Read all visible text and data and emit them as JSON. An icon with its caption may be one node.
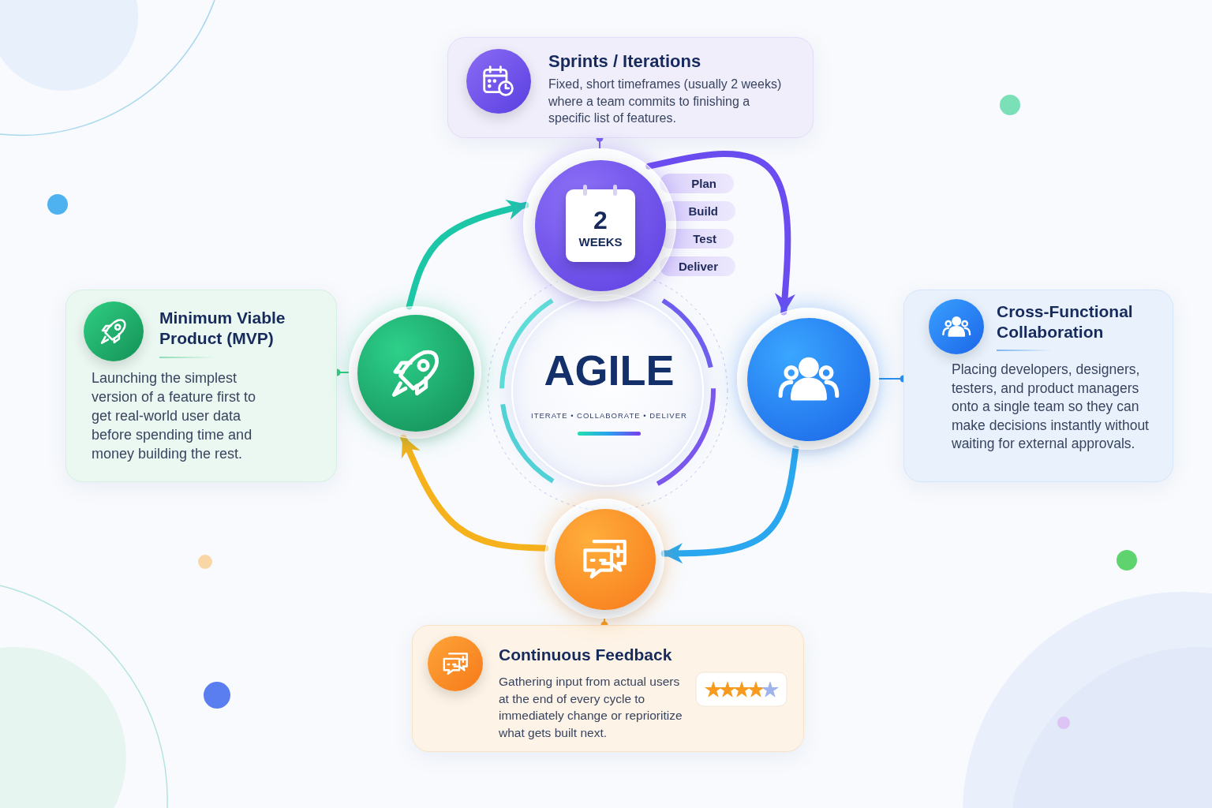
{
  "diagram": {
    "nodes": [
      {
        "text": [
          "Sprints / Iterations",
          "Fixed, short timeframes (usually 2 weeks) where a team commits to finishing a specific list of features."
        ]
      },
      {
        "text": [
          "2",
          "WEEKS"
        ]
      },
      {
        "text": [
          "Plan"
        ]
      },
      {
        "text": [
          "Build"
        ]
      },
      {
        "text": [
          "Test"
        ]
      },
      {
        "text": [
          "Deliver"
        ]
      },
      {
        "text": [
          "AGILE",
          "ITERATE • COLLABORATE • DELIVER"
        ]
      },
      {
        "text": [],
        "shape": "circle"
      },
      {
        "text": [
          "Cross-Functional Collaboration",
          "Placing developers, designers, testers, and product managers onto a single team so they can make decisions instantly without waiting for external approvals."
        ]
      },
      {
        "text": [],
        "shape": "circle"
      },
      {
        "text": [
          "Continuous Feedback",
          "Gathering input from actual users at the end of every cycle to immediately change or reprioritize what gets built next."
        ]
      },
      {
        "text": [],
        "shape": "circle"
      },
      {
        "text": [
          "Minimum Viable Product (MVP)",
          "Launching the simplest version of a feature first to get real-world user data before spending time and money building the rest."
        ]
      }
    ],
    "edges": [
      {
        "from": 0,
        "to": 1,
        "arrow": "other",
        "color": "#7b5cf0"
      },
      {
        "from": 1,
        "to": 7,
        "arrow": "to",
        "style": "thick",
        "color": "#6a4cf0"
      },
      {
        "from": 8,
        "to": 7,
        "arrow": "other",
        "color": "#2b8ef0"
      },
      {
        "from": 7,
        "to": 9,
        "arrow": "to",
        "style": "thick",
        "color": "#2aa7ee"
      },
      {
        "from": 10,
        "to": 9,
        "arrow": "other",
        "color": "#f79a1e"
      },
      {
        "from": 9,
        "to": 11,
        "arrow": "to",
        "style": "thick",
        "color": "#f5b21c"
      },
      {
        "from": 12,
        "to": 11,
        "arrow": "other",
        "color": "#2fc97a"
      },
      {
        "from": 11,
        "to": 1,
        "arrow": "to",
        "style": "thick",
        "color": "#1cc7a8"
      }
    ]
  }
}
